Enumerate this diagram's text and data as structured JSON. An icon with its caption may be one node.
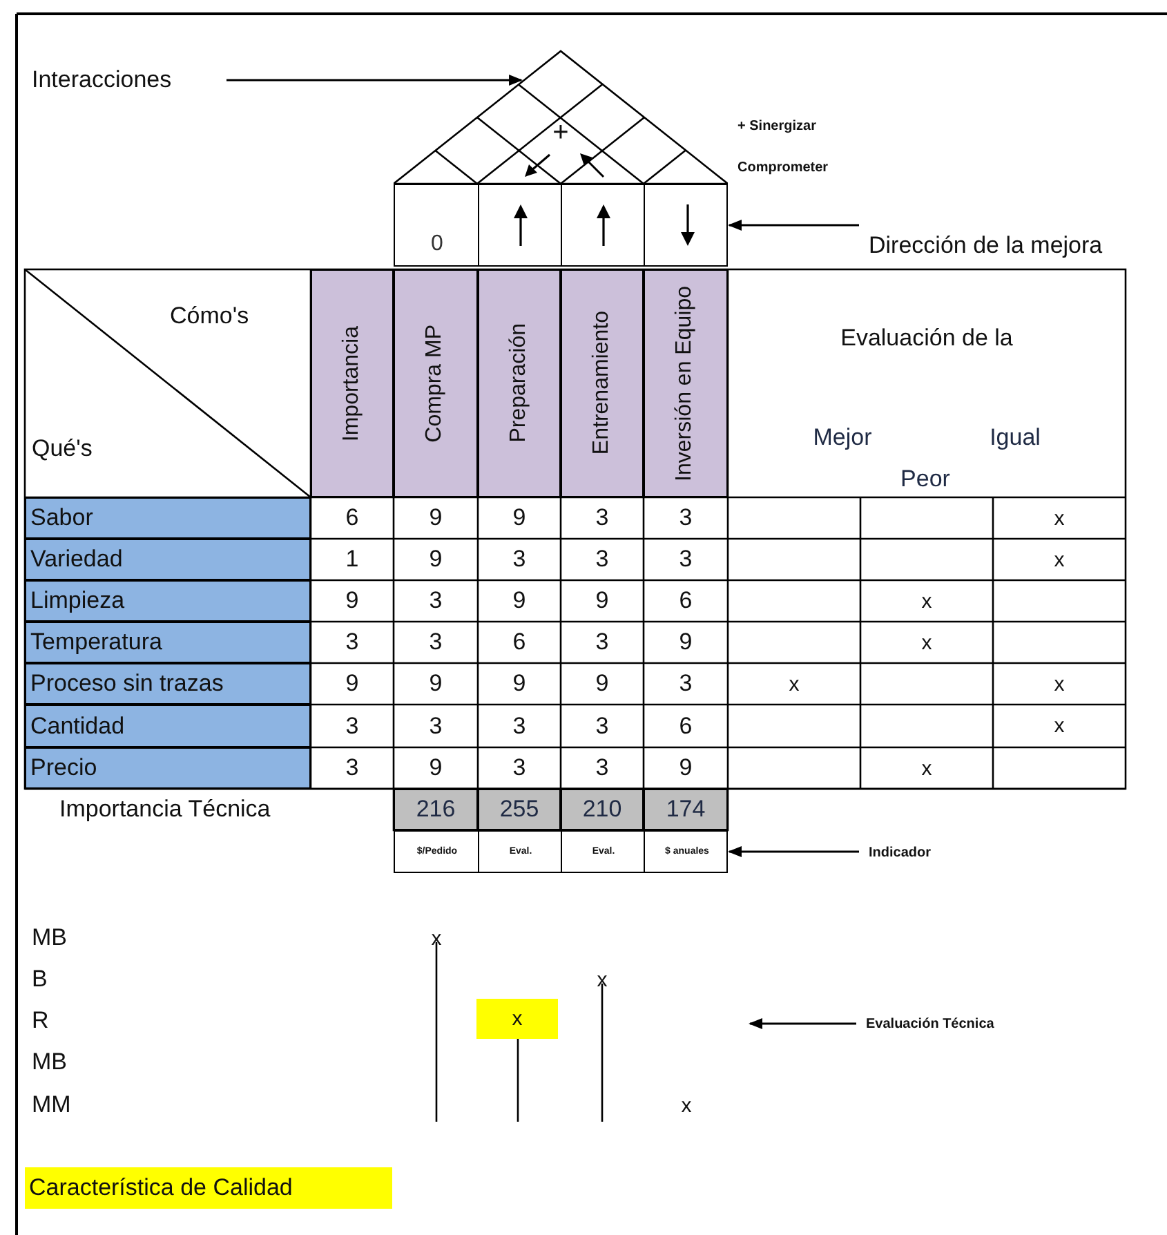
{
  "diagram": {
    "nodes": [
      {
        "text": [
          "Interacciones"
        ]
      },
      {
        "text": [],
        "shape": "triangle"
      },
      {
        "text": [
          "Dirección de la mejora"
        ]
      },
      {
        "text": [
          "0"
        ]
      },
      {
        "text": [
          "Indicador"
        ]
      },
      {
        "text": [
          "$/Pedido",
          "Eval.",
          "Eval.",
          "$ anuales"
        ]
      },
      {
        "text": [
          "Evaluación Técnica"
        ]
      }
    ],
    "edges": [
      {
        "from": 0,
        "to": 1,
        "arrow": "to"
      },
      {
        "from": 2,
        "to": 3,
        "arrow": "to"
      },
      {
        "from": 4,
        "to": 5,
        "arrow": "to"
      },
      {
        "from": 6,
        "to": null,
        "arrow": "to"
      }
    ],
    "labels": [
      "+",
      "+ Sinergizar",
      "Comprometer",
      "Cómo's",
      "Qué's",
      "Importancia",
      "Compra MP",
      "Preparación",
      "Entrenamiento",
      "Inversión en Equipo",
      "Evaluación de la",
      "Mejor",
      "Igual",
      "Peor",
      "Sabor",
      "6",
      "9",
      "9",
      "3",
      "3",
      "x",
      "Variedad",
      "1",
      "9",
      "3",
      "3",
      "3",
      "x",
      "Limpieza",
      "9",
      "3",
      "9",
      "9",
      "6",
      "x",
      "Temperatura",
      "3",
      "3",
      "6",
      "3",
      "9",
      "x",
      "Proceso sin trazas",
      "9",
      "9",
      "9",
      "9",
      "3",
      "x",
      "x",
      "Cantidad",
      "3",
      "3",
      "3",
      "3",
      "6",
      "x",
      "Precio",
      "3",
      "9",
      "3",
      "3",
      "9",
      "x",
      "Importancia Técnica",
      "216",
      "255",
      "210",
      "174",
      "MB",
      "B",
      "R",
      "MB",
      "MM",
      "x",
      "x",
      "x",
      "x",
      "Característica de Calidad"
    ]
  }
}
